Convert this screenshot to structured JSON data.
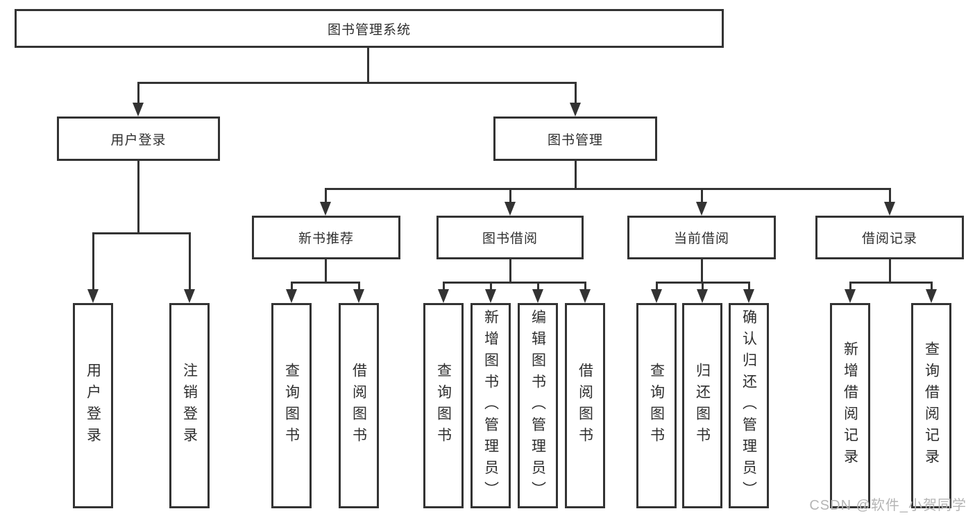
{
  "tree": {
    "root": {
      "label": "图书管理系统"
    },
    "branches": [
      {
        "label": "用户登录",
        "children": [
          {
            "label": "用户登录"
          },
          {
            "label": "注销登录"
          }
        ]
      },
      {
        "label": "图书管理",
        "children": [
          {
            "label": "新书推荐",
            "children": [
              {
                "label": "查询图书"
              },
              {
                "label": "借阅图书"
              }
            ]
          },
          {
            "label": "图书借阅",
            "children": [
              {
                "label": "查询图书"
              },
              {
                "label": "新增图书（管理员）"
              },
              {
                "label": "编辑图书（管理员）"
              },
              {
                "label": "借阅图书"
              }
            ]
          },
          {
            "label": "当前借阅",
            "children": [
              {
                "label": "查询图书"
              },
              {
                "label": "归还图书"
              },
              {
                "label": "确认归还（管理员）"
              }
            ]
          },
          {
            "label": "借阅记录",
            "children": [
              {
                "label": "新增借阅记录"
              },
              {
                "label": "查询借阅记录"
              }
            ]
          }
        ]
      }
    ]
  },
  "watermark": {
    "text": "CSDN @软件_小贺同学"
  },
  "colors": {
    "line": "#333333",
    "box_border": "#333333",
    "text": "#2e2e2e",
    "watermark": "#b5b5b5",
    "background": "#ffffff"
  }
}
